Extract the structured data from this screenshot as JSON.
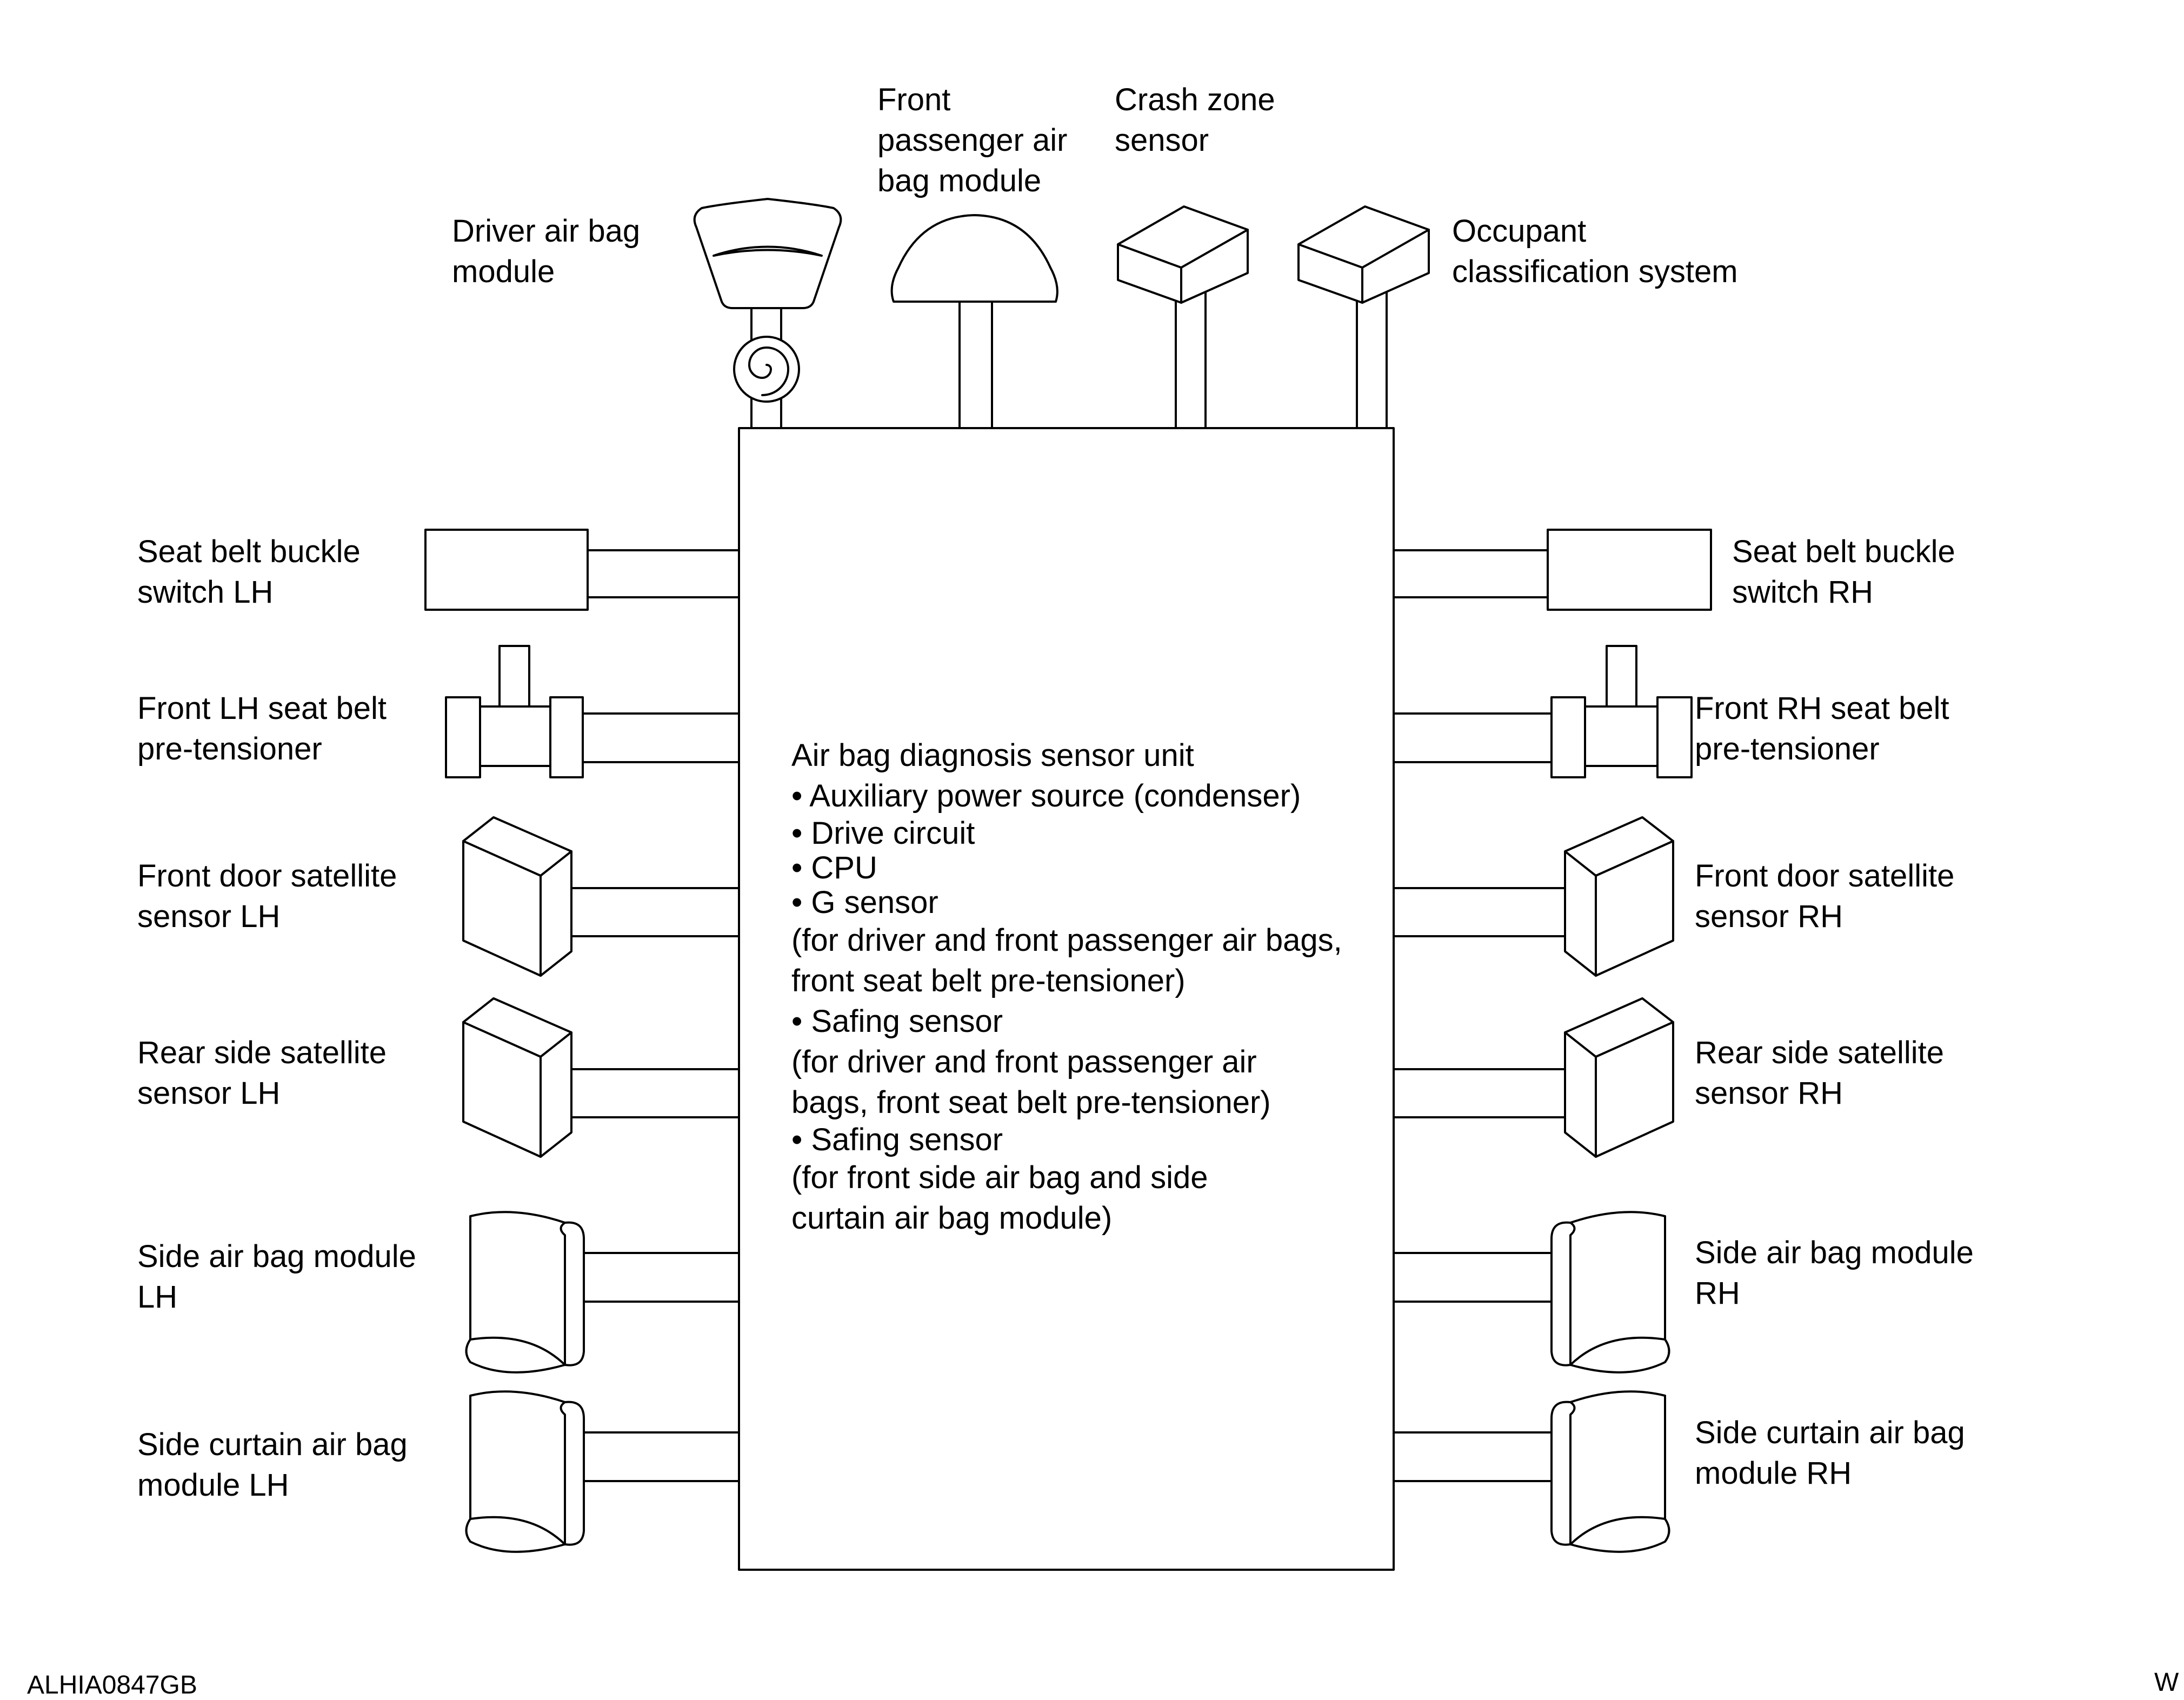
{
  "figure_code": "ALHIA0847GB",
  "corner_mark": "W",
  "unit": {
    "title": "Air bag diagnosis sensor unit",
    "lines": [
      "• Auxiliary power source (condenser)",
      "• Drive circuit",
      "• CPU",
      "• G sensor",
      "(for driver and front passenger air bags,",
      "front seat belt pre-tensioner)",
      "• Safing sensor",
      "(for driver and front passenger air",
      "bags, front seat belt pre-tensioner)",
      "• Safing sensor",
      "(for front side air bag and side",
      "curtain air bag module)"
    ]
  },
  "top_components": {
    "driver_airbag": [
      "Driver air bag",
      "module"
    ],
    "passenger_airbag": [
      "Front",
      "passenger air",
      "bag module"
    ],
    "crash_zone": [
      "Crash zone",
      "sensor"
    ],
    "occupant": [
      "Occupant",
      "classification system"
    ]
  },
  "left_components": {
    "buckle": [
      "Seat belt buckle",
      "switch LH"
    ],
    "pretensioner": [
      "Front LH seat belt",
      "pre-tensioner"
    ],
    "door_sensor": [
      "Front door satellite",
      "sensor LH"
    ],
    "rear_sensor": [
      "Rear side satellite",
      "sensor LH"
    ],
    "side_airbag": [
      "Side air bag module",
      "LH"
    ],
    "curtain_airbag": [
      "Side curtain air bag",
      "module LH"
    ]
  },
  "right_components": {
    "buckle": [
      "Seat belt buckle",
      "switch RH"
    ],
    "pretensioner": [
      "Front RH seat belt",
      "pre-tensioner"
    ],
    "door_sensor": [
      "Front door satellite",
      "sensor RH"
    ],
    "rear_sensor": [
      "Rear side satellite",
      "sensor RH"
    ],
    "side_airbag": [
      "Side air bag module",
      "RH"
    ],
    "curtain_airbag": [
      "Side curtain air bag",
      "module RH"
    ]
  }
}
